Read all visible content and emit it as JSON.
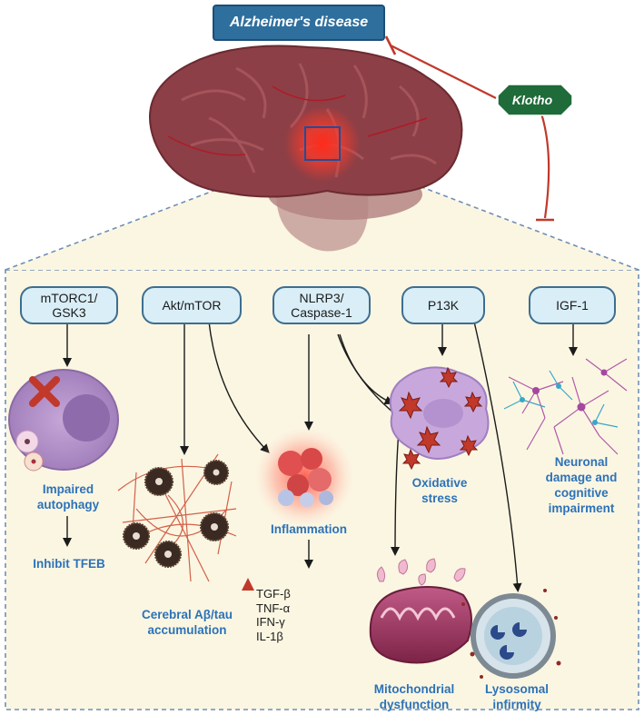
{
  "disease": "Alzheimer's disease",
  "protein": "Klotho",
  "pathways": [
    {
      "label": "mTORC1/\nGSK3"
    },
    {
      "label": "Akt/mTOR"
    },
    {
      "label": "NLRP3/\nCaspase-1"
    },
    {
      "label": "P13K"
    },
    {
      "label": "IGF-1"
    }
  ],
  "outcomes": {
    "impaired_autophagy": "Impaired\nautophagy",
    "inhibit_tfeb": "Inhibit TFEB",
    "abeta_tau": "Cerebral Aβ/tau\naccumulation",
    "inflammation": "Inflammation",
    "oxidative_stress": "Oxidative\nstress",
    "mitochondrial": "Mitochondrial\ndysfunction",
    "lysosomal": "Lysosomal\ninfirmity",
    "neuronal": "Neuronal\ndamage and\ncognitive\nimpairment"
  },
  "cytokines": [
    "TGF-β",
    "TNF-α",
    "IFN-γ",
    "IL-1β"
  ],
  "colors": {
    "panel_fill": "#fbf6e2",
    "panel_border": "#6f8fb5",
    "label_blue": "#2c72b8",
    "inhibit_red": "#c0392b",
    "klotho_green": "#1f6b3a"
  }
}
